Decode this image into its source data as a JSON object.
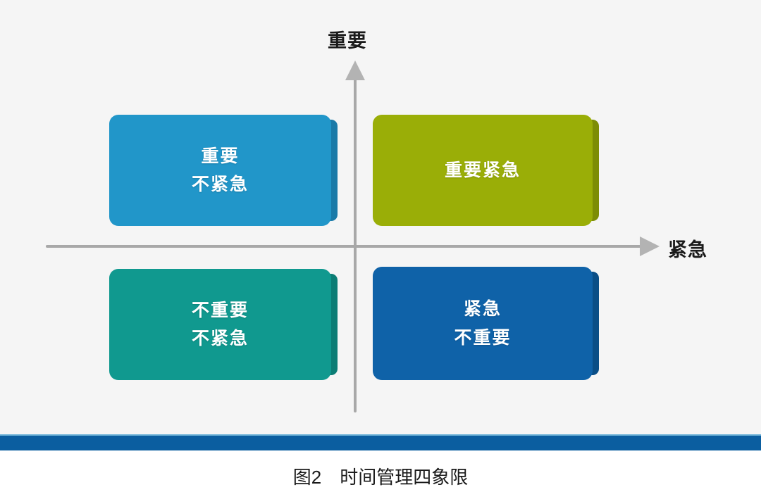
{
  "figure": {
    "caption": "图2　时间管理四象限",
    "background_color": "#f5f5f5",
    "page_color": "#ffffff"
  },
  "axes": {
    "y_label": "重要",
    "x_label": "紧急",
    "line_color": "#a8a8a8",
    "arrow_color": "#b3b3b3",
    "y_arrow_icon": "arrow-up-icon",
    "x_arrow_icon": "arrow-right-icon"
  },
  "chart_data": {
    "type": "table",
    "title": "图2　时间管理四象限",
    "xlabel": "紧急",
    "ylabel": "重要",
    "quadrants": [
      {
        "id": "important-not-urgent",
        "position": "top-left",
        "lines": [
          "重要",
          "不紧急"
        ],
        "text": "重要\n不紧急",
        "fill": "#2196c9",
        "edge": "#1a7aa8",
        "important": true,
        "urgent": false
      },
      {
        "id": "important-urgent",
        "position": "top-right",
        "lines": [
          "重要紧急"
        ],
        "text": "重要紧急",
        "fill": "#9aae07",
        "edge": "#7d8d05",
        "important": true,
        "urgent": true
      },
      {
        "id": "not-important-not-urgent",
        "position": "bottom-left",
        "lines": [
          "不重要",
          "不紧急"
        ],
        "text": "不重要\n不紧急",
        "fill": "#10998f",
        "edge": "#0c7d75",
        "important": false,
        "urgent": false
      },
      {
        "id": "urgent-not-important",
        "position": "bottom-right",
        "lines": [
          "紧急",
          "不重要"
        ],
        "text": "紧急\n不重要",
        "fill": "#0f62a8",
        "edge": "#0a4e86",
        "important": false,
        "urgent": true
      }
    ],
    "legend": "",
    "grid": false
  },
  "footer_rule": {
    "color": "#0b5ea0",
    "top_edge_color": "#6fb4d8"
  }
}
